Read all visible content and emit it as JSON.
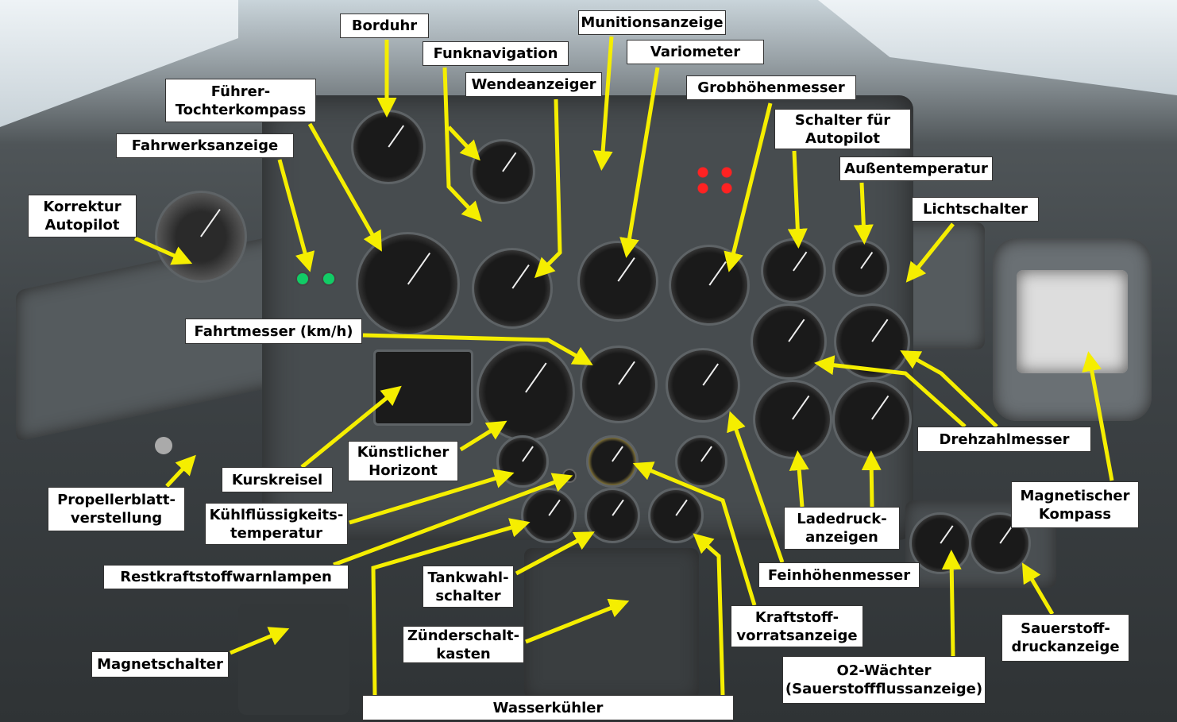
{
  "labels": {
    "borduhr": "Borduhr",
    "munitionsanzeige": "Munitionsanzeige",
    "funknavigation": "Funknavigation",
    "variometer": "Variometer",
    "wendeanzeiger": "Wendeanzeiger",
    "grobhoehenmesser": "Grobhöhenmesser",
    "tochterkompass": "Führer-\nTochterkompass",
    "schalter_autopilot": "Schalter für\nAutopilot",
    "fahrwerksanzeige": "Fahrwerksanzeige",
    "aussentemperatur": "Außentemperatur",
    "lichtschalter": "Lichtschalter",
    "korrektur_autopilot": "Korrektur\nAutopilot",
    "fahrtmesser": "Fahrtmesser (km/h)",
    "drehzahlmesser": "Drehzahlmesser",
    "kuenstlicher_horizont": "Künstlicher\nHorizont",
    "kurskreisel": "Kurskreisel",
    "propellerblatt": "Propellerblatt-\nverstellung",
    "magnetischer_kompass": "Magnetischer\nKompass",
    "kuehlfluessigkeit": "Kühlflüssigkeits-\ntemperatur",
    "ladedruck": "Ladedruck-\nanzeigen",
    "restkraftstoff": "Restkraftstoffwarnlampen",
    "feinhoehenmesser": "Feinhöhenmesser",
    "tankwahlschalter": "Tankwahl-\nschalter",
    "kraftstoffvorrat": "Kraftstoff-\nvorratsanzeige",
    "zuenderschaltkasten": "Zünderschalt-\nkasten",
    "magnetschalter": "Magnetschalter",
    "sauerstoffdruck": "Sauerstoff-\ndruckanzeige",
    "o2_waechter": "O2-Wächter\n(Sauerstoffflussanzeige)",
    "wasserkuehler": "Wasserkühler"
  },
  "colors": {
    "arrow": "#f5ee00",
    "label_bg": "#ffffff"
  }
}
